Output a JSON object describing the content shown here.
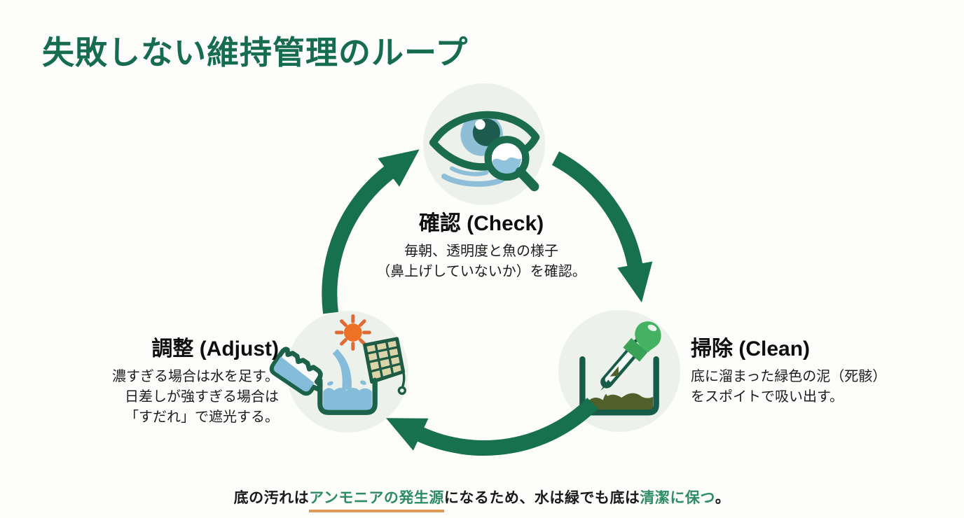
{
  "title": "失敗しない維持管理のループ",
  "cycle": {
    "steps": [
      {
        "id": "check",
        "label": "確認 (Check)",
        "desc_lines": [
          "毎朝、透明度と魚の様子",
          "（鼻上げしていないか）を確認。"
        ],
        "icon": "eye-magnifier-icon"
      },
      {
        "id": "clean",
        "label": "掃除 (Clean)",
        "desc_lines": [
          "底に溜まった緑色の泥（死骸）",
          "をスポイトで吸い出す。"
        ],
        "icon": "pipette-sediment-icon"
      },
      {
        "id": "adjust",
        "label": "調整 (Adjust)",
        "desc_lines": [
          "濃すぎる場合は水を足す。",
          "日差しが強すぎる場合は",
          "「すだれ」で遮光する。"
        ],
        "icon": "water-sun-shade-icon"
      }
    ]
  },
  "footnote": {
    "prefix": "底の汚れは",
    "highlight_ammonia": "アンモニアの発生源",
    "middle": "になるため、水は緑でも底は",
    "highlight_clean": "清潔に保つ",
    "suffix": "。"
  },
  "colors": {
    "title_green": "#166C4E",
    "arrow_green": "#17714F",
    "circle_bg": "#ECF1EB",
    "icon_outline_green": "#1B6B4F",
    "highlight_green": "#2E8C67",
    "underline_orange": "#DF9B55",
    "water_blue": "#8FC0D8",
    "iris_blue": "#8FBFD6",
    "sun_orange": "#ED7226",
    "sludge_olive": "#50602A",
    "bulb_green": "#44B163",
    "screen_tan": "#DBD4A8"
  }
}
